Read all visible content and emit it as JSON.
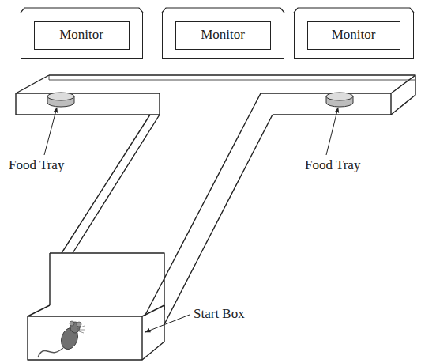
{
  "diagram": {
    "nodes": [
      {
        "text": [
          "Monitor"
        ]
      },
      {
        "text": [
          "Monitor"
        ]
      },
      {
        "text": [
          "Monitor"
        ]
      }
    ],
    "labels": [
      "Food Tray",
      "Food Tray",
      "Start Box"
    ]
  }
}
